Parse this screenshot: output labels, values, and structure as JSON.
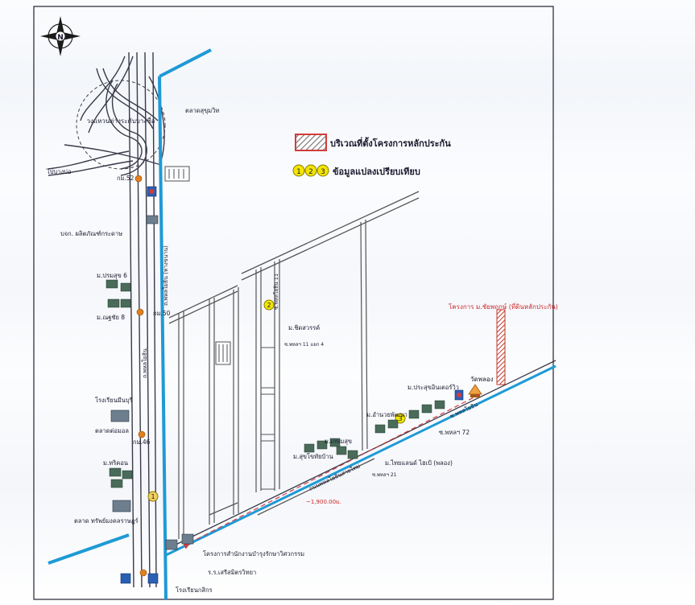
{
  "north_arrow": {
    "letter": "N"
  },
  "legend": {
    "project_site": "บริเวณที่ตั้งโครงการหลักประกัน",
    "comparables": "ข้อมูลแปลงเปรียบเทียบ",
    "markers": [
      "1",
      "2",
      "3"
    ],
    "hatch_color": "#8a8a8a",
    "border_color": "#d23b3b",
    "marker_color": "#f2e600"
  },
  "colors": {
    "canal": "#1e9ad6",
    "road": "#3a3a4a",
    "frame": "#222233",
    "arrow": "#d23b3b"
  },
  "labels": {
    "interchange": "วงแหวนต่างระดับบางซื่อ",
    "market_top": "ตลาดสุขุมวิท",
    "to_bangphli": "ไปบางบ่อ",
    "km52": "กม.52",
    "factory": "บจก. ผลิตภัณฑ์กระดาษ",
    "prathanwillage": "ม.ปรมสุข 6",
    "natsiri": "ม.ณฐชัย 8",
    "km50": "กม.50",
    "road_highway": "ถ.พหลโยธิน",
    "school": "โรงเรียนมีนบุรี",
    "market_mid": "ตลาดต่อมอล",
    "km46": "กม.46",
    "village_trikon": "ม.ทริคอน",
    "market_bottom": "ตลาด ทรัพย์มงคลราษฎร์",
    "road_soi": "ซ.พหลโยธิน",
    "village_chatsawan": "ม.ชิดสวรรค์",
    "soi_11": "ซ.พหลฯ 11 แยก 4",
    "soi_vertical": "ซ.พหลโยธิน 11",
    "project_label": "โครงการ ม.ชัยพฤกษ์ (ที่ดินหลักประกัน)",
    "temple": "วัดพลอง",
    "village_prasuk": "ม.ประสุขอินเตอร์วิว",
    "village_anan": "ม.อำนวยพัฒนา",
    "soi_72": "ซ.พหลฯ 72",
    "village_kasem": "ม.เกษมสุข",
    "village_sukhothai": "ม.สุขโขทัยบ้าน",
    "village_thailand": "ม.ไทยแลนด์ ไฮเป้ (พลอง)",
    "soi_21": "ซ.พหลฯ 21",
    "road_main_diag": "ถนนพหลโยธินสายใหม่",
    "distance": "~1,900.00ม.",
    "project_school": "โครงการสำนักงานบำรุงรักษาวิศวกรรม",
    "school_bottom": "ร.ร.เสรีสมิตรวิทยา",
    "school_last": "โรงเรียนกสิกร",
    "road_parallel": "ถ.พหลโยธิน (ทางขนาน)"
  }
}
